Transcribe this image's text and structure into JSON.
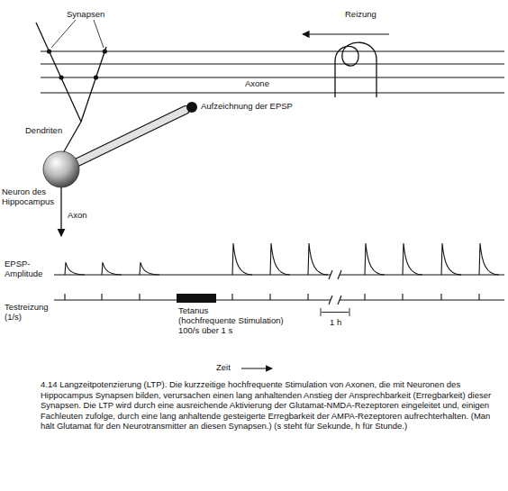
{
  "diagram": {
    "caption": "4.14 Langzeitpotenzierung (LTP). Die kurzzeitige hochfrequente Stimulation von Axonen, die mit Neuronen des Hippocampus Synapsen bilden, verursachen einen lang anhaltenden Anstieg der Ansprechbarkeit (Erregbarkeit) dieser Synapsen. Die LTP wird durch eine ausreichende Aktivierung der Glutamat-NMDA-Rezeptoren eingeleitet und, einigen Fachleuten zufolge, durch eine lang anhaltende gesteigerte Erregbarkeit der AMPA-Rezeptoren aufrechterhalten. (Man hält Glutamat für den Neurotransmitter an diesen Synapsen.) (s steht für Sekunde, h für Stunde.)",
    "labels": [
      "Synapsen",
      "Reizung",
      "Dendriten",
      "Axone",
      "Aufzeichnung der EPSP",
      "Neuron des Hippocampus",
      "Axon",
      "EPSP-Amplitude",
      "Testreizung (1/s)",
      "Tetanus",
      "(hochfrequente Stimulation) 100/s über 1 s",
      "1 h",
      "Zeit"
    ]
  }
}
